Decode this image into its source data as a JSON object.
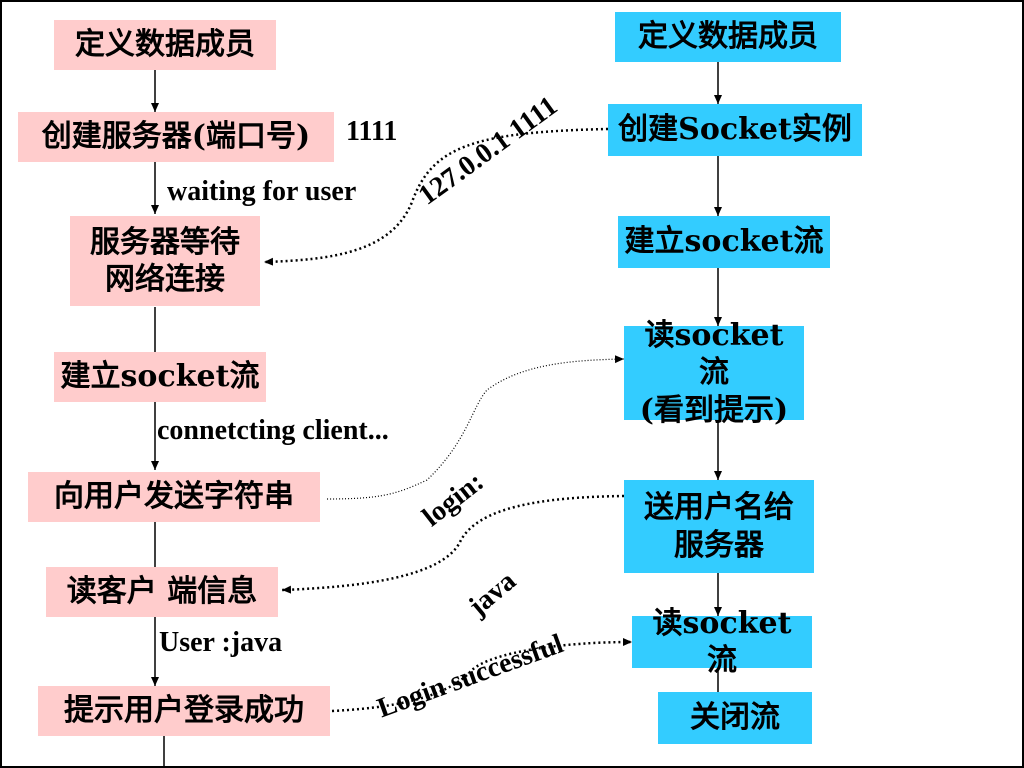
{
  "server_steps": [
    {
      "text": "定义数据成员"
    },
    {
      "text": "创建服务器(端口号)"
    },
    {
      "text": "服务器等待\n网络连接"
    },
    {
      "text": "建立socket流"
    },
    {
      "text": "向用户发送字符串"
    },
    {
      "text": "读客户 端信息"
    },
    {
      "text": "提示用户登录成功"
    }
  ],
  "client_steps": [
    {
      "text": "定义数据成员"
    },
    {
      "text": "创建Socket实例"
    },
    {
      "text": "建立socket流"
    },
    {
      "text": "读socket流\n(看到提示)"
    },
    {
      "text": "送用户名给\n服务器"
    },
    {
      "text": "读socket流"
    },
    {
      "text": "关闭流"
    }
  ],
  "labels": {
    "port": "1111",
    "waiting": "waiting for user",
    "address": "127.0.0.1  1111",
    "connecting": "connetcting client...",
    "login": "login:",
    "java": "java",
    "user_java": "User :java",
    "login_successful": "Login successful"
  },
  "colors": {
    "server_box": "#ffcccc",
    "client_box": "#33ccff",
    "line": "#000000"
  }
}
